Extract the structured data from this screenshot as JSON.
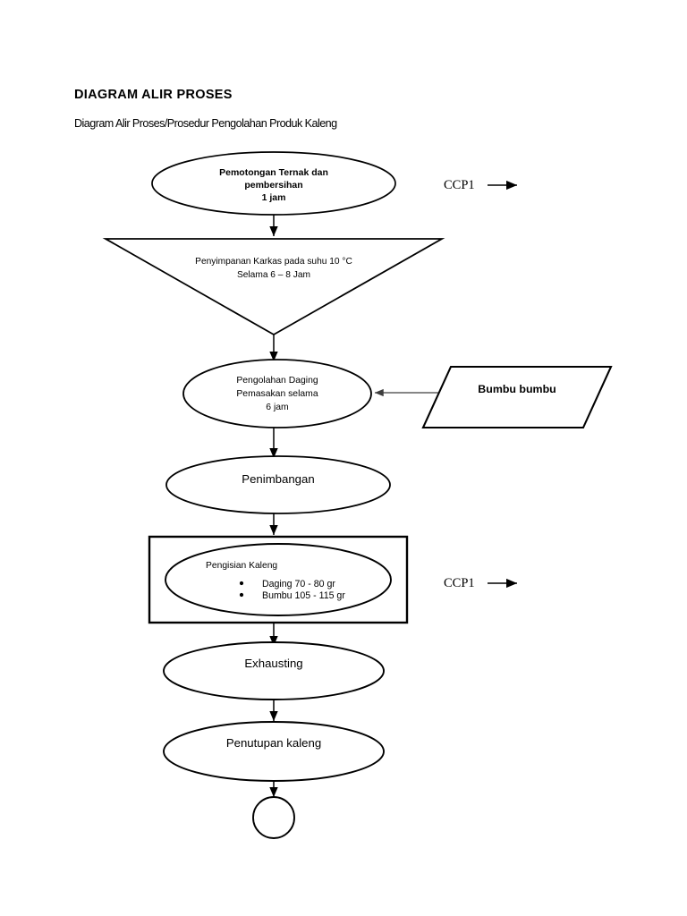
{
  "document": {
    "title": "DIAGRAM ALIR PROSES",
    "subtitle": "Diagram Alir Proses/Prosedur Pengolahan Produk Kaleng"
  },
  "chart_data": {
    "type": "diagram",
    "diagram_kind": "process-flowchart",
    "title": "DIAGRAM ALIR PROSES",
    "subtitle": "Diagram Alir Proses/Prosedur Pengolahan Produk Kaleng",
    "orientation": "top-to-bottom",
    "nodes": [
      {
        "id": "n1",
        "shape": "ellipse",
        "lines": [
          "Pemotongan Ternak dan",
          "pembersihan",
          "1 jam"
        ],
        "bold": true
      },
      {
        "id": "n2",
        "shape": "inverted-triangle",
        "lines": [
          "Penyimpanan Karkas pada suhu 10 °C",
          "Selama 6 – 8 Jam"
        ],
        "bold": false
      },
      {
        "id": "n3",
        "shape": "ellipse",
        "lines": [
          "Pengolahan Daging",
          "Pemasakan selama",
          "6 jam"
        ],
        "bold": false
      },
      {
        "id": "n4",
        "shape": "parallelogram",
        "lines": [
          "Bumbu bumbu"
        ],
        "bold": true
      },
      {
        "id": "n5",
        "shape": "ellipse",
        "lines": [
          "Penimbangan"
        ],
        "bold": false
      },
      {
        "id": "n6",
        "shape": "ellipse-in-rectangle",
        "lines": [
          "Pengisian Kaleng"
        ],
        "bullets": [
          "Daging 70 - 80 gr",
          "Bumbu 105 - 115 gr"
        ],
        "bold": false
      },
      {
        "id": "n7",
        "shape": "ellipse",
        "lines": [
          "Exhausting"
        ],
        "bold": false
      },
      {
        "id": "n8",
        "shape": "ellipse",
        "lines": [
          "Penutupan kaleng"
        ],
        "bold": false
      },
      {
        "id": "n9",
        "shape": "circle",
        "lines": [],
        "bold": false
      }
    ],
    "edges": [
      {
        "from": "n1",
        "to": "n2",
        "direction": "down"
      },
      {
        "from": "n2",
        "to": "n3",
        "direction": "down"
      },
      {
        "from": "n4",
        "to": "n3",
        "direction": "left"
      },
      {
        "from": "n3",
        "to": "n5",
        "direction": "down"
      },
      {
        "from": "n5",
        "to": "n6",
        "direction": "down"
      },
      {
        "from": "n6",
        "to": "n7",
        "direction": "down"
      },
      {
        "from": "n7",
        "to": "n8",
        "direction": "down"
      },
      {
        "from": "n8",
        "to": "n9",
        "direction": "down"
      }
    ],
    "annotations": [
      {
        "id": "a1",
        "label": "CCP1",
        "arrow": "right",
        "near_node": "n1"
      },
      {
        "id": "a2",
        "label": "CCP1",
        "arrow": "right",
        "near_node": "n6"
      }
    ]
  },
  "nodes": {
    "slaughter": {
      "line1": "Pemotongan Ternak dan",
      "line2": "pembersihan",
      "line3": "1 jam"
    },
    "storage": {
      "line1": "Penyimpanan Karkas pada suhu 10 °C",
      "line2": "Selama 6 – 8 Jam"
    },
    "processing": {
      "line1": "Pengolahan Daging",
      "line2": "Pemasakan selama",
      "line3": "6 jam"
    },
    "spices": {
      "label": "Bumbu bumbu"
    },
    "weighing": {
      "label": "Penimbangan"
    },
    "canfilling": {
      "title": "Pengisian Kaleng",
      "bullet1": "Daging 70 - 80 gr",
      "bullet2": "Bumbu 105 - 115 gr"
    },
    "exhausting": {
      "label": "Exhausting"
    },
    "sealing": {
      "label": "Penutupan kaleng"
    },
    "terminator": {
      "label": ""
    }
  },
  "annotations": {
    "ccp_top": "CCP1",
    "ccp_mid": "CCP1"
  },
  "colors": {
    "stroke": "#000000",
    "fill": "#ffffff",
    "text": "#000000",
    "connector_gray": "#595959"
  }
}
